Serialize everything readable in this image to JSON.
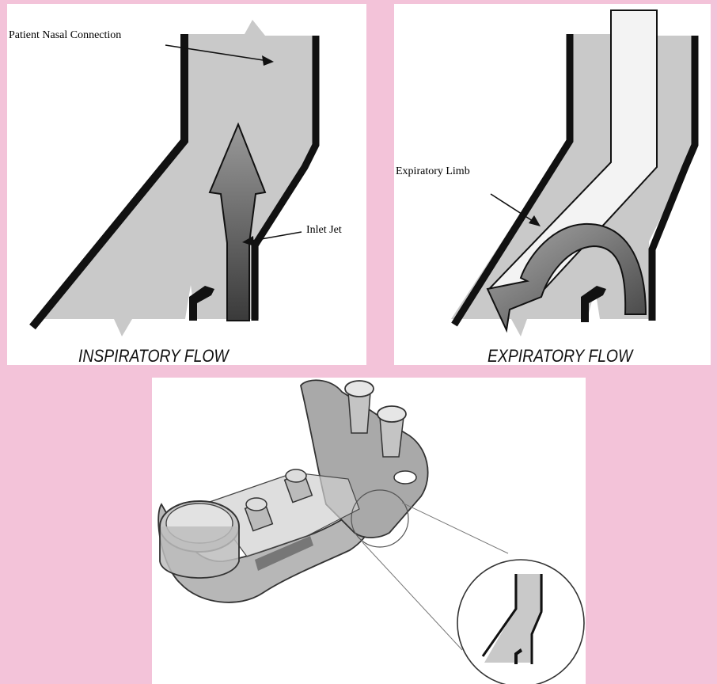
{
  "figure": {
    "colors": {
      "background": "#f3c3d9",
      "panel": "#ffffff",
      "fluid": "#c8c8c8",
      "wall": "#111111",
      "arrow_dark": "#555555"
    },
    "inspiratory": {
      "caption": "INSPIRATORY FLOW",
      "label_nasal": "Patient Nasal Connection",
      "label_jet": "Inlet Jet"
    },
    "expiratory": {
      "caption": "EXPIRATORY FLOW",
      "label_limb": "Expiratory Limb"
    },
    "device": {
      "icons": [
        "generator-body",
        "nasal-prongs",
        "magnifier-circle"
      ]
    }
  }
}
